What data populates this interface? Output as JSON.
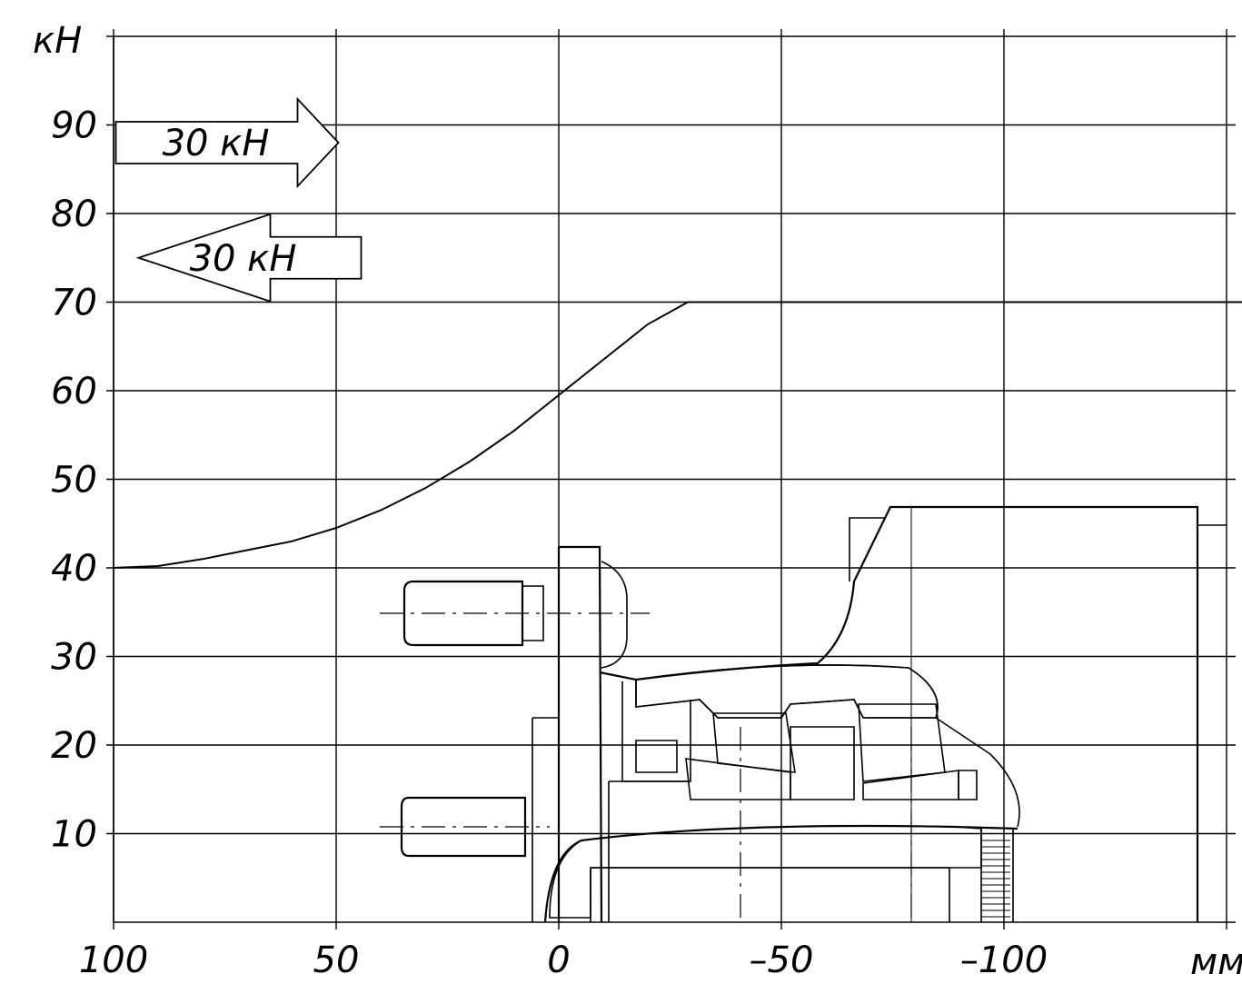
{
  "chart_data": {
    "type": "line",
    "ylabel": "кН",
    "xlabel": "мм",
    "x_ticks": [
      100,
      50,
      0,
      -50,
      -100
    ],
    "x_tick_labels": [
      "100",
      "50",
      "0",
      "–50",
      "–100"
    ],
    "y_ticks": [
      10,
      20,
      30,
      40,
      50,
      60,
      70,
      80,
      90
    ],
    "y_tick_labels": [
      "10",
      "20",
      "30",
      "40",
      "50",
      "60",
      "70",
      "80",
      "90"
    ],
    "xlim": [
      100,
      -155
    ],
    "ylim": [
      0,
      100
    ],
    "x_reversed": true,
    "grid": true,
    "series": [
      {
        "x": [
          100,
          90,
          80,
          70,
          60,
          50,
          40,
          30,
          20,
          10,
          0,
          -10,
          -20,
          -29,
          -40,
          -60,
          -80,
          -100,
          -120,
          -140,
          -155
        ],
        "y": [
          40,
          40.2,
          41,
          42,
          43,
          44.5,
          46.5,
          49,
          52,
          55.5,
          59.5,
          63.5,
          67.5,
          70,
          70,
          70,
          70,
          70,
          70,
          70,
          70
        ]
      }
    ],
    "annotations": [
      {
        "text": "30 кН",
        "direction": "right",
        "center": [
          75,
          88
        ]
      },
      {
        "text": "30 кН",
        "direction": "left",
        "center": [
          75,
          75
        ]
      }
    ]
  }
}
